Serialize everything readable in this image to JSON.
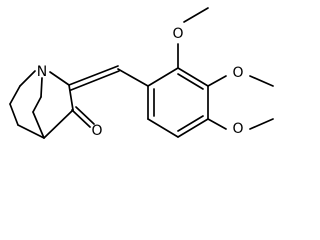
{
  "molecule": {
    "atoms": {
      "nitrogen": "N",
      "carbonyl_oxygen": "O",
      "methoxy_oxygen_1": "O",
      "methoxy_oxygen_2": "O",
      "methoxy_oxygen_3": "O"
    },
    "colors": {
      "bond": "#000000",
      "label": "#000000",
      "background": "#ffffff"
    }
  }
}
